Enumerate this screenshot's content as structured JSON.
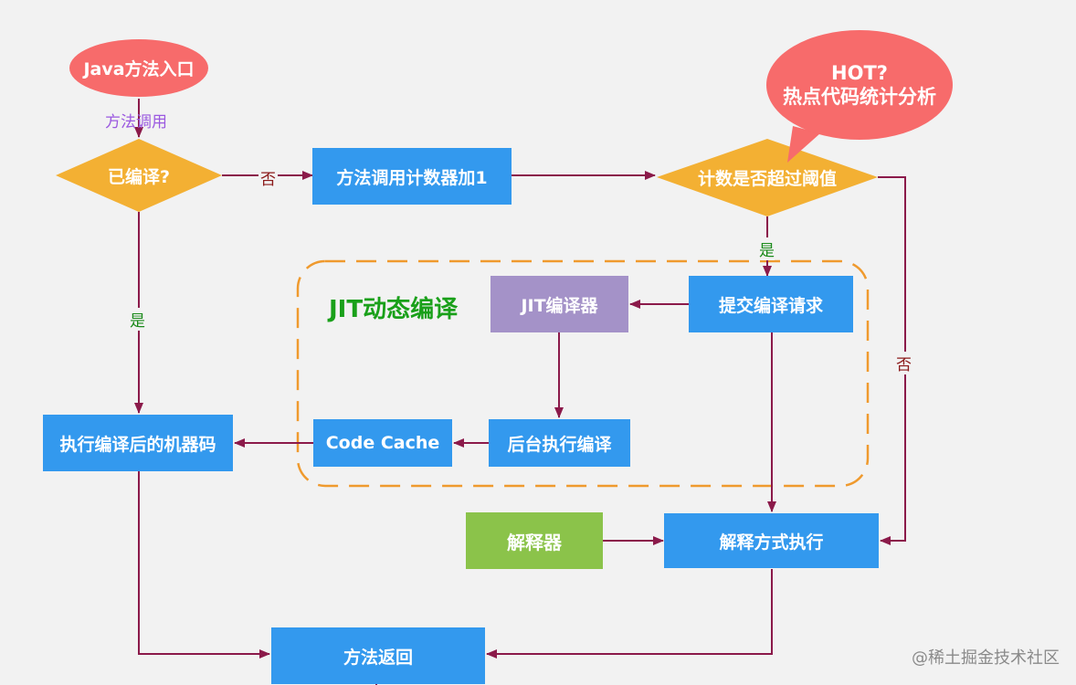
{
  "nodes": {
    "start": "Java方法入口",
    "hot": "HOT?",
    "hot_desc": "热点代码统计分析",
    "compiled_check": "已编译?",
    "counter_inc": "方法调用计数器加1",
    "threshold_check": "计数是否超过阈值",
    "jit_region": "JIT动态编译",
    "jit_compiler": "JIT编译器",
    "submit_request": "提交编译请求",
    "code_cache": "Code Cache",
    "background_compile": "后台执行编译",
    "execute_machine_code": "执行编译后的机器码",
    "interpreter": "解释器",
    "interpret_execute": "解释方式执行",
    "method_return": "方法返回"
  },
  "edge_labels": {
    "method_call": "方法调用",
    "no_1": "否",
    "yes_1": "是",
    "yes_2": "是",
    "no_2": "否"
  },
  "watermark": "@稀土掘金技术社区",
  "colors": {
    "box": "#3399ee",
    "diamond": "#f3b033",
    "ellipse": "#f76b6b",
    "jit_compiler": "#a492c8",
    "interpreter": "#8bc34a",
    "arrow": "#8b1a4a",
    "dashed_border": "#ef9a2e",
    "region_title": "#1aa01a",
    "label_purple": "#9b59e0",
    "label_green": "#1a8a1a",
    "label_red": "#8b1a1a"
  }
}
